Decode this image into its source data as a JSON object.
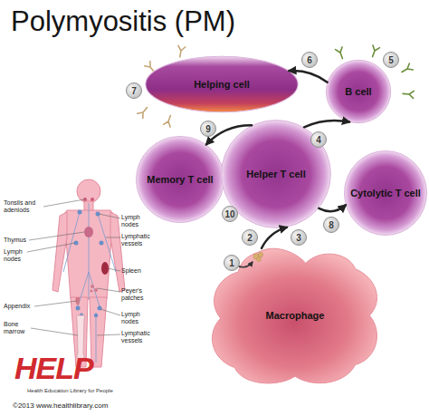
{
  "diagram": {
    "title": "Polymyositis (PM)",
    "nodes": [
      {
        "text": [
          "Helping cell"
        ]
      },
      {
        "text": [
          "B cell"
        ]
      },
      {
        "text": [
          "Memory T cell"
        ]
      },
      {
        "text": [
          "Helper T cell"
        ]
      },
      {
        "text": [
          "Cytolytic T cell"
        ]
      },
      {
        "text": [
          "Macrophage"
        ]
      }
    ],
    "edges": [
      {
        "from": 1,
        "to": 0,
        "arrow": "to"
      },
      {
        "from": 3,
        "to": 1,
        "arrow": "to"
      },
      {
        "from": 3,
        "to": 2,
        "arrow": "to"
      },
      {
        "from": 3,
        "to": 4,
        "arrow": "to"
      },
      {
        "from": 5,
        "to": 3,
        "arrow": "to"
      }
    ],
    "labels": [
      "1",
      "2",
      "3",
      "4",
      "5",
      "6",
      "7",
      "8",
      "9",
      "10",
      "Tonsils and adeniods",
      "Lymph nodes",
      "Thymus",
      "Lymphatic vessels",
      "Lymph nodes",
      "Spleen",
      "Peyer's patches",
      "Appendix",
      "Lymph nodes",
      "Bone marrow",
      "Lymphatic vessels",
      "HELP",
      "Health Education Library for People",
      "©2013 www.healthlibrary.com"
    ]
  }
}
